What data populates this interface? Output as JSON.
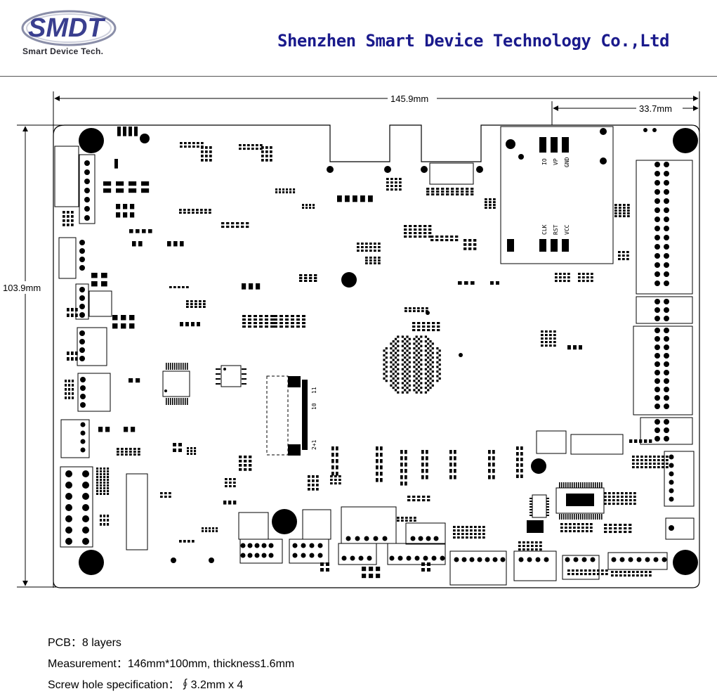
{
  "header": {
    "logo_text": "SMDT",
    "logo_subtitle": "Smart Device Tech.",
    "company_name": "Shenzhen Smart Device Technology Co.,Ltd"
  },
  "dimensions": {
    "overall_width": "145.9mm",
    "module_width": "33.7mm",
    "overall_height": "103.9mm"
  },
  "board_labels": {
    "io": "IO",
    "vp": "VP",
    "gnd": "GND",
    "clk": "CLK",
    "rst": "RST",
    "vcc": "VCC",
    "pin_11": "11",
    "pin_10": "10",
    "pin_2_1": "2+1"
  },
  "specs": {
    "pcb": "PCB：8 layers",
    "measurement": "Measurement：146mm*100mm, thickness1.6mm",
    "screw": "Screw hole specification：∮3.2mm x 4"
  },
  "colors": {
    "logo_blue": "#3a3f8f",
    "title_blue": "#1a1a8c",
    "ink": "#000000"
  }
}
